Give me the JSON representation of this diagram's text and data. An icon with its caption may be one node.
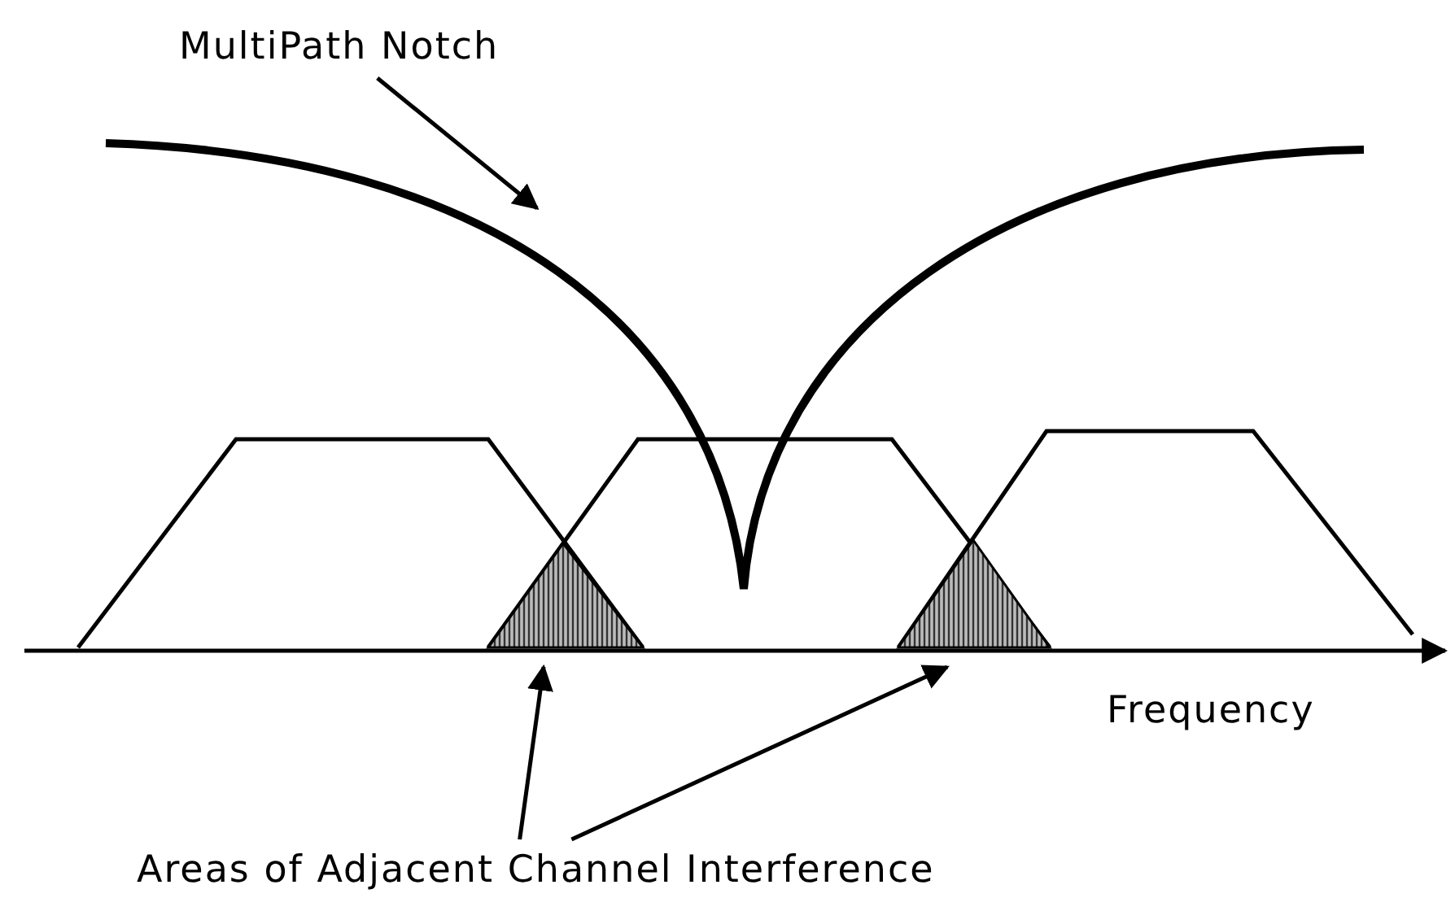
{
  "diagram": {
    "nodes": [
      {
        "text": [
          "MultiPath Notch"
        ]
      },
      {
        "text": [],
        "shape": "curve"
      },
      {
        "text": [
          "Areas of Adjacent Channel Interference"
        ]
      },
      {
        "text": [],
        "shape": "triangle"
      },
      {
        "text": [],
        "shape": "triangle"
      }
    ],
    "edges": [
      {
        "from": 0,
        "to": 1,
        "arrow": "to"
      },
      {
        "from": 2,
        "to": 3,
        "arrow": "to"
      },
      {
        "from": 2,
        "to": 4,
        "arrow": "to"
      }
    ],
    "labels": [
      "Frequency"
    ]
  }
}
